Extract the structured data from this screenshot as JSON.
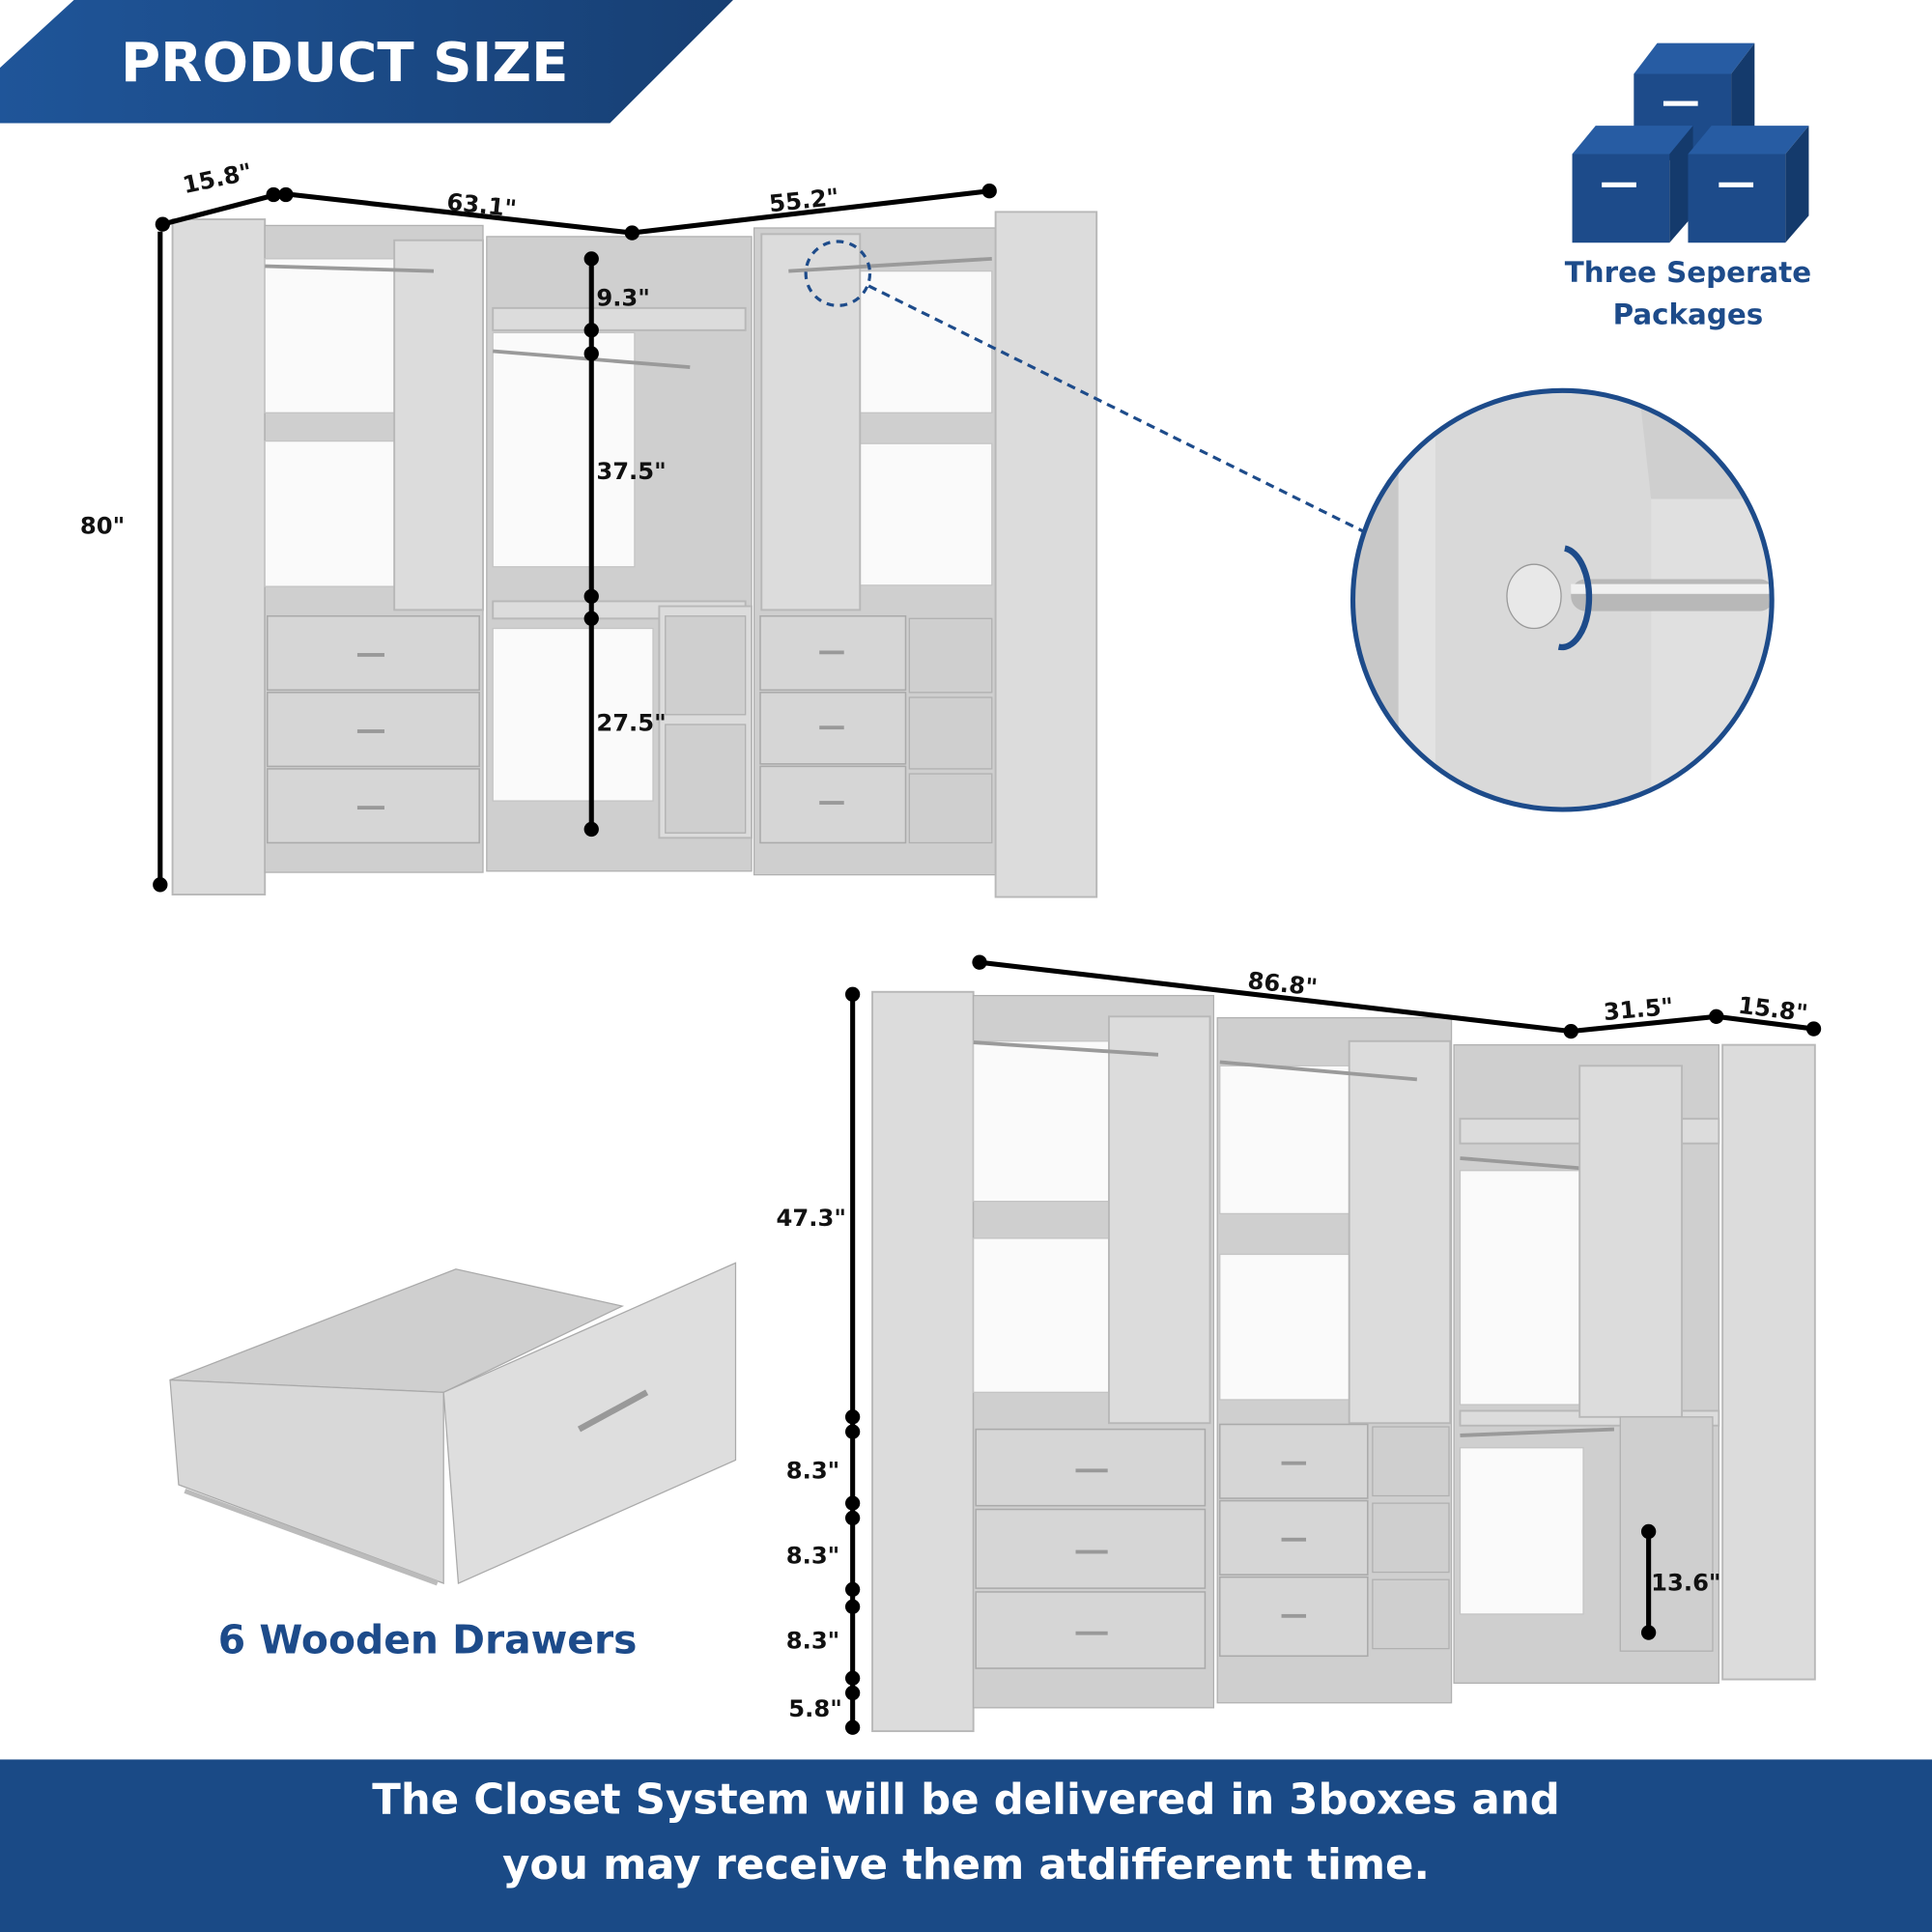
{
  "banner": {
    "title": "PRODUCT SIZE"
  },
  "packages": {
    "line1": "Three Seperate",
    "line2": "Packages",
    "icon": "boxes-icon"
  },
  "top_view": {
    "depth": "15.8\"",
    "left_width": "63.1\"",
    "right_width": "55.2\"",
    "height": "80\"",
    "top_shelf_gap": "9.3\"",
    "upper_hang": "37.5\"",
    "lower_hang": "27.5\""
  },
  "bottom_view": {
    "width": "86.8\"",
    "side_width": "31.5\"",
    "depth": "15.8\"",
    "upper_height": "47.3\"",
    "drawer_1": "8.3\"",
    "drawer_2": "8.3\"",
    "drawer_3": "8.3\"",
    "base": "5.8\"",
    "shelf_gap": "13.6\""
  },
  "drawer": {
    "caption": "6 Wooden Drawers"
  },
  "footer": {
    "line1": "The Closet System will be delivered in 3boxes and",
    "line2": "you may receive them atdifferent time."
  },
  "colors": {
    "brand_blue": "#1d4b8a",
    "footer_blue": "#1a4a86"
  }
}
